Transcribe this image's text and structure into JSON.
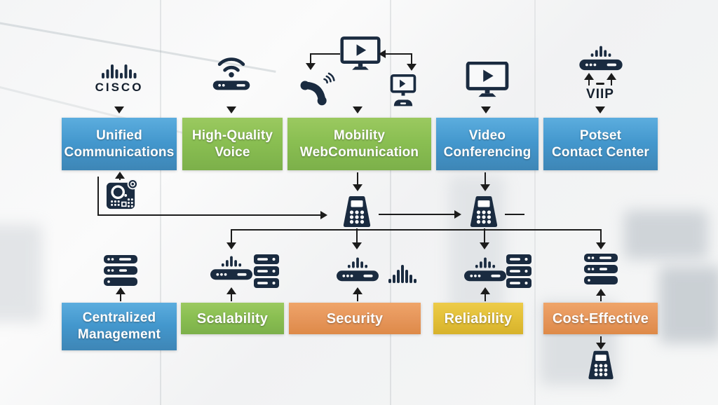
{
  "diagram": {
    "cisco_logo_text": "CISCO",
    "voip_device_label": "VIIP",
    "colors": {
      "box_blue": "#4397cd",
      "box_green": "#8abf52",
      "box_orange": "#e6965b",
      "box_yellow": "#e3c038",
      "icon_navy": "#1a2b40",
      "connector_black": "#1c1c1c",
      "label_text": "#ffffff"
    },
    "top_boxes": [
      {
        "label": "Unified Communications",
        "lines": [
          "Unified",
          "Communications"
        ],
        "color": "blue",
        "icon": "cisco-logo"
      },
      {
        "label": "High-Quality Voice",
        "lines": [
          "High-Quality",
          "Voice"
        ],
        "color": "green",
        "icon": "wifi-router"
      },
      {
        "label": "Mobility WebComunication",
        "lines": [
          "Mobility",
          "WebComunication"
        ],
        "color": "green",
        "icon": "phone-monitor-desktop"
      },
      {
        "label": "Video Conferencing",
        "lines": [
          "Video",
          "Conferencing"
        ],
        "color": "blue",
        "icon": "video-monitor"
      },
      {
        "label": "Potset Contact Center",
        "lines": [
          "Potset",
          "Contact Center"
        ],
        "color": "blue",
        "icon": "voip-router"
      }
    ],
    "bottom_boxes": [
      {
        "label": "Centralized Management",
        "lines": [
          "Centralized",
          "Management"
        ],
        "color": "blue",
        "icon": "server-stack"
      },
      {
        "label": "Scalability",
        "lines": [
          "Scalability"
        ],
        "color": "green",
        "icon": "router-and-server"
      },
      {
        "label": "Security",
        "lines": [
          "Security"
        ],
        "color": "orange",
        "icon": "router-and-signal-bars"
      },
      {
        "label": "Reliability",
        "lines": [
          "Reliability"
        ],
        "color": "yellow",
        "icon": "router-and-server"
      },
      {
        "label": "Cost-Effective",
        "lines": [
          "Cost-Effective"
        ],
        "color": "orange",
        "icon": "server-stack-and-phone"
      }
    ]
  }
}
